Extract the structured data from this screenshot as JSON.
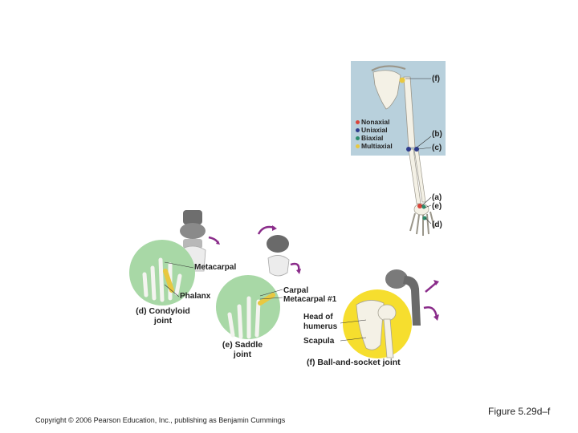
{
  "arm_panel": {
    "label_f": "(f)",
    "label_b": "(b)",
    "label_c": "(c)",
    "label_a": "(a)",
    "label_e": "(e)",
    "label_d": "(d)",
    "legend": [
      {
        "name": "Nonaxial",
        "color": "#d9443a"
      },
      {
        "name": "Uniaxial",
        "color": "#2e3c8c"
      },
      {
        "name": "Biaxial",
        "color": "#2c8c6c"
      },
      {
        "name": "Multiaxial",
        "color": "#e8c840"
      }
    ]
  },
  "condyloid": {
    "metacarpal": "Metacarpal",
    "phalanx": "Phalanx",
    "caption_line1": "(d) Condyloid",
    "caption_line2": "joint"
  },
  "saddle": {
    "carpal": "Carpal",
    "metacarpal1": "Metacarpal #1",
    "caption_line1": "(e) Saddle",
    "caption_line2": "joint"
  },
  "ball_socket": {
    "head_line1": "Head of",
    "head_line2": "humerus",
    "scapula": "Scapula",
    "caption": "(f) Ball-and-socket joint"
  },
  "footer": {
    "copyright": "Copyright © 2006 Pearson Education, Inc., publishing as Benjamin Cummings",
    "figure": "Figure 5.29d–f"
  }
}
